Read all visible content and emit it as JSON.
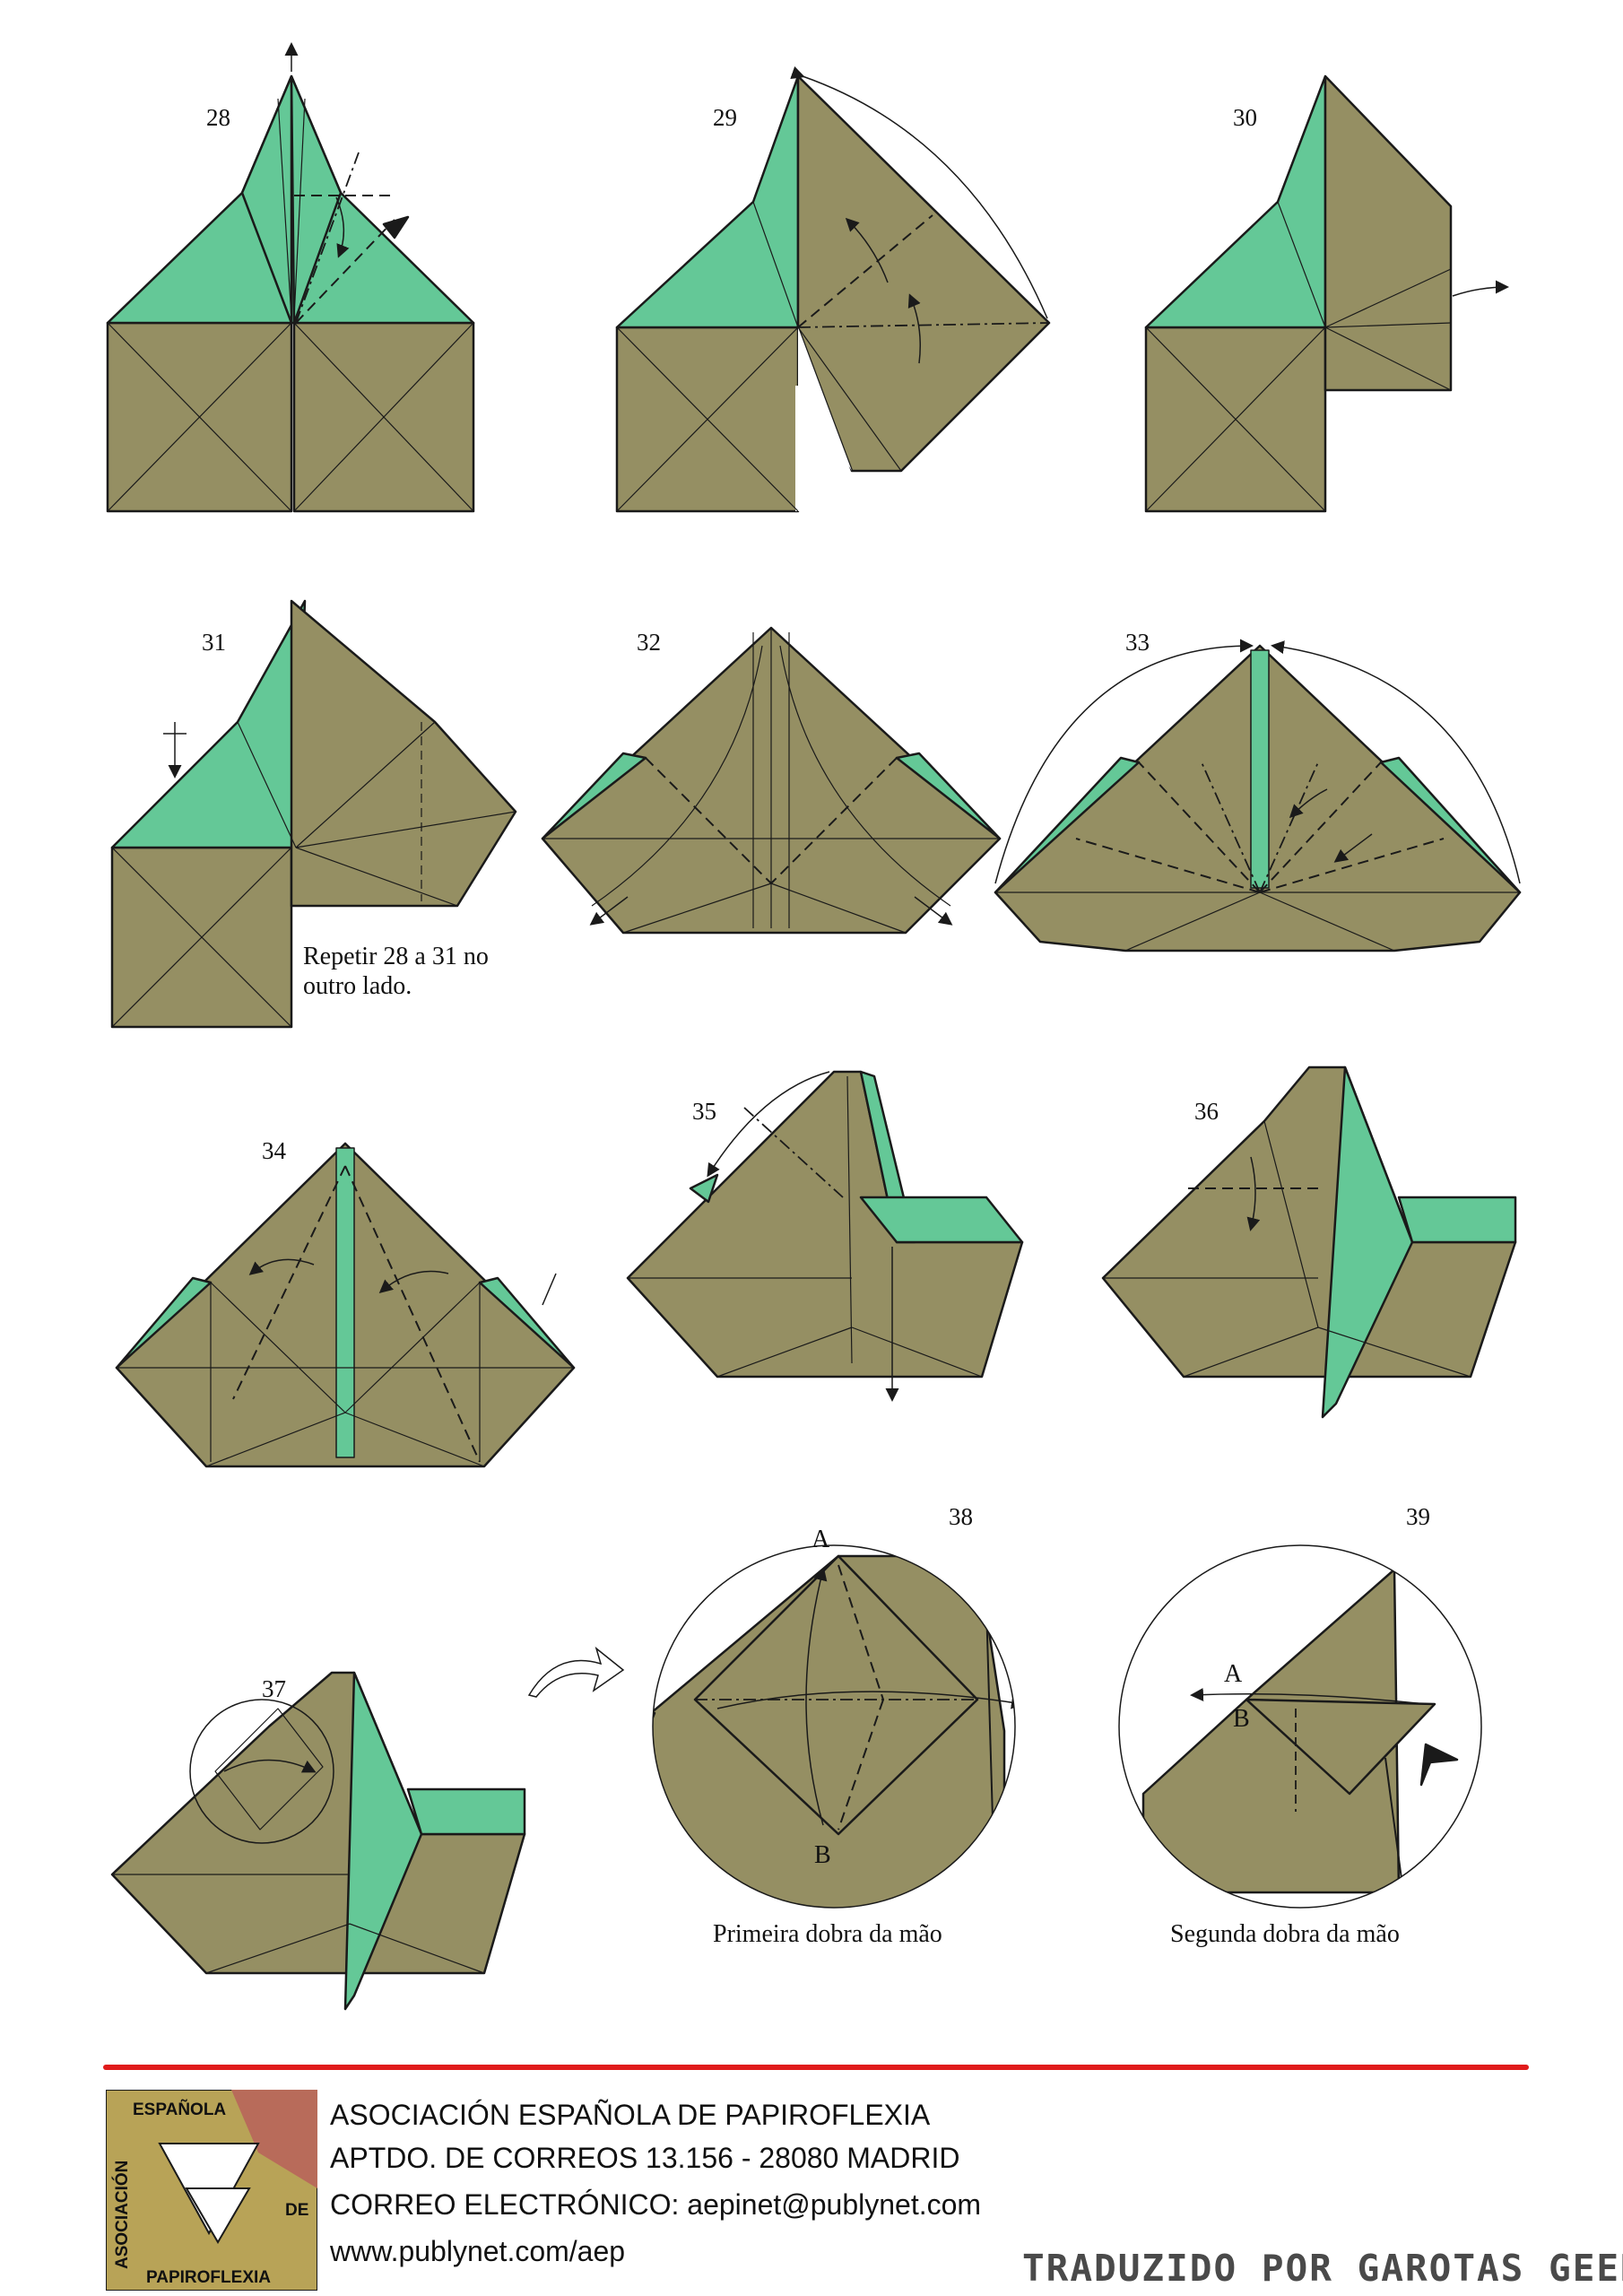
{
  "steps": {
    "s28": "28",
    "s29": "29",
    "s30": "30",
    "s31": "31",
    "s32": "32",
    "s33": "33",
    "s34": "34",
    "s35": "35",
    "s36": "36",
    "s37": "37",
    "s38": "38",
    "s39": "39"
  },
  "notes": {
    "repeat_line1": "Repetir 28 a 31 no",
    "repeat_line2": "outro lado.",
    "first_fold": "Primeira dobra da mão",
    "second_fold": "Segunda dobra da mão",
    "label_a": "A",
    "label_b": "B"
  },
  "footer": {
    "org_name": "ASOCIACIÓN ESPAÑOLA DE PAPIROFLEXIA",
    "address": "APTDO. DE CORREOS 13.156 - 28080 MADRID",
    "email": "CORREO ELECTRÓNICO: aepinet@publynet.com",
    "website": "www.publynet.com/aep",
    "credit": "TRADUZIDO POR GAROTAS GEEKS",
    "logo_text": [
      "ESPAÑOLA",
      "ASOCIACIÓN",
      "DE",
      "PAPIROFLEXIA"
    ]
  },
  "colors": {
    "olive": "#958f63",
    "mint": "#64c897",
    "line": "#1a1a1a",
    "accent_red": "#e01b1b"
  }
}
